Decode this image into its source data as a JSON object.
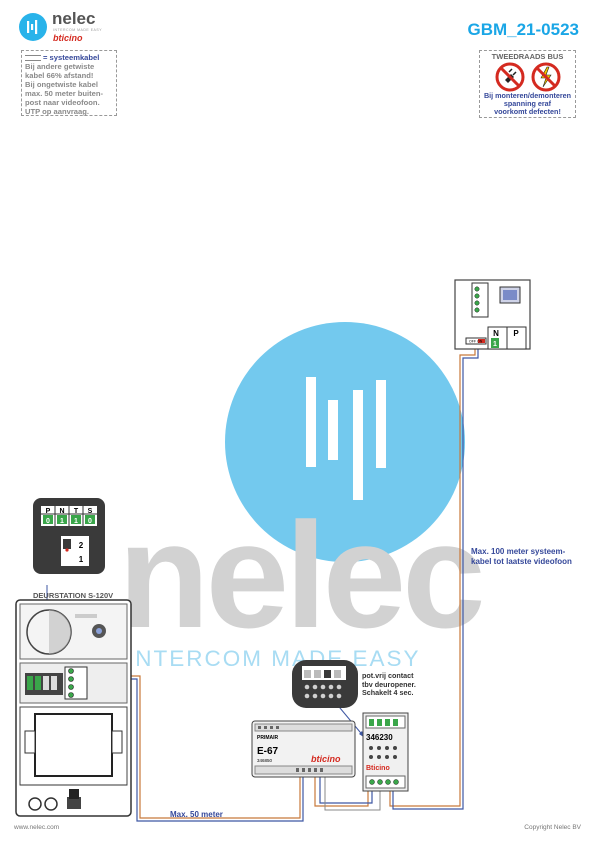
{
  "header": {
    "brand": "nelec",
    "brand_sub": "INTERCOM MADE EASY",
    "partner": "bticino",
    "doc_id": "GBM_21-0523"
  },
  "cable_note": {
    "heading": "= systeemkabel",
    "lines": [
      "Bij andere getwiste",
      "kabel 66% afstand!",
      "Bij ongetwiste kabel",
      "max. 50 meter buiten-",
      "post naar videofoon.",
      "UTP op aanvraag."
    ]
  },
  "warning": {
    "title": "TWEEDRAADS BUS",
    "lines": [
      "Bij monteren/demonteren",
      "spanning eraf",
      "voorkomt defecten!"
    ]
  },
  "watermark": {
    "word": "nelec",
    "tagline": "INTERCOM MADE EASY"
  },
  "dip_panel": {
    "labels": [
      "P",
      "N",
      "T",
      "S"
    ],
    "values": [
      "0",
      "1",
      "1",
      "0"
    ],
    "switch": [
      "2",
      "1"
    ]
  },
  "door_station": {
    "label": "DEURSTATION S-120V"
  },
  "monitor": {
    "labels": [
      "N",
      "P"
    ],
    "setting": "1",
    "switch_label": "OFF ON"
  },
  "distance_long": [
    "Max. 100 meter systeem-",
    "kabel tot laatste videofoon"
  ],
  "distance_short": "Max. 50 meter",
  "psu": {
    "primary": "PRIMAIR",
    "model": "E-67",
    "article": "346850",
    "brand": "bticino"
  },
  "actuator": {
    "model": "346230",
    "brand": "Bticino",
    "note": [
      "pot.vrij contact",
      "tbv deuropener.",
      "Schakelt 4 sec."
    ]
  },
  "footer": {
    "website": "www.nelec.com",
    "copyright": "Copyright Nelec BV"
  }
}
